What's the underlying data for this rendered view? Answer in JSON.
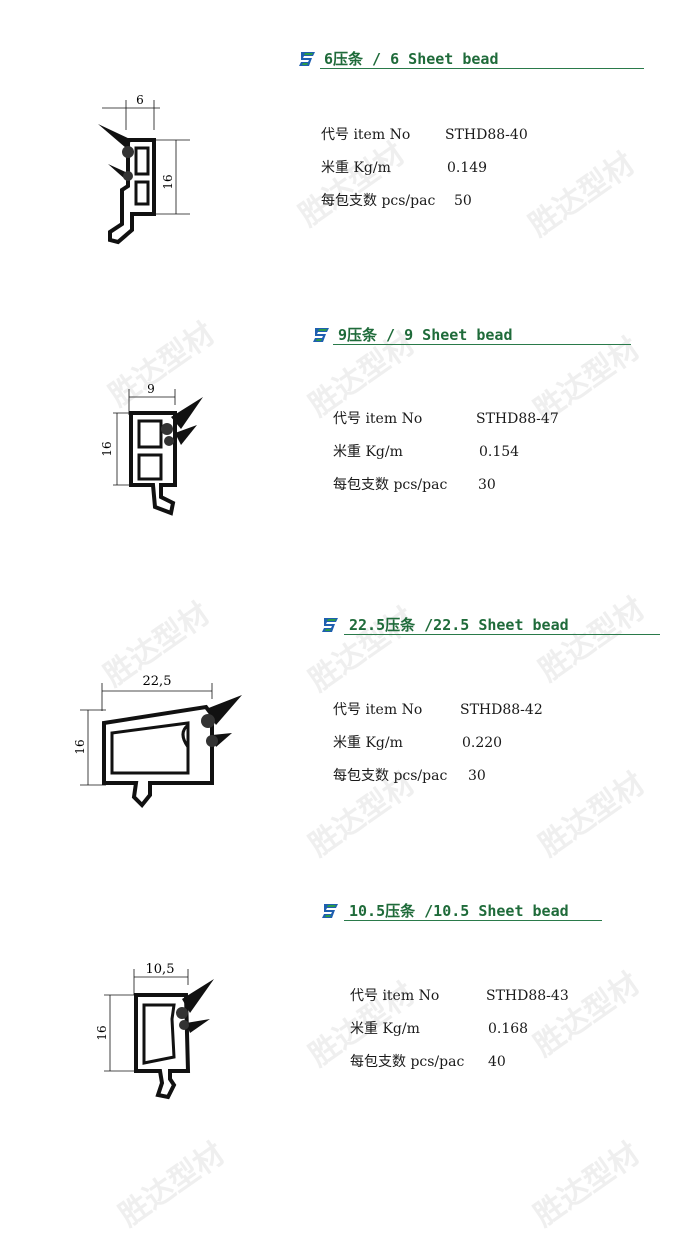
{
  "products": [
    {
      "title": "6压条 / 6 Sheet bead",
      "specs": [
        {
          "label": "代号  item No",
          "value": "STHD88-40"
        },
        {
          "label": "米重  Kg/m",
          "value": "0.149"
        },
        {
          "label": "每包支数 pcs/pac",
          "value": "50"
        }
      ],
      "dim_width": "6",
      "dim_height": "16"
    },
    {
      "title": "9压条 / 9 Sheet bead",
      "specs": [
        {
          "label": "代号  item No",
          "value": "STHD88-47"
        },
        {
          "label": "米重  Kg/m",
          "value": "0.154"
        },
        {
          "label": "每包支数 pcs/pac",
          "value": "30"
        }
      ],
      "dim_width": "9",
      "dim_height": "16"
    },
    {
      "title": "22.5压条 /22.5 Sheet bead",
      "specs": [
        {
          "label": "代号  item No",
          "value": "STHD88-42"
        },
        {
          "label": "米重  Kg/m",
          "value": "0.220"
        },
        {
          "label": "每包支数 pcs/pac",
          "value": "30"
        }
      ],
      "dim_width": "22,5",
      "dim_height": "16"
    },
    {
      "title": "10.5压条 /10.5 Sheet bead",
      "specs": [
        {
          "label": "代号  item No",
          "value": "STHD88-43"
        },
        {
          "label": "米重  Kg/m",
          "value": "0.168"
        },
        {
          "label": "每包支数 pcs/pac",
          "value": "40"
        }
      ],
      "dim_width": "10,5",
      "dim_height": "16"
    }
  ],
  "watermark": "胜达型材",
  "colors": {
    "title_green": "#1f6b3a",
    "logo_blue": "#1f5fb0",
    "logo_green": "#2a9a4a"
  }
}
